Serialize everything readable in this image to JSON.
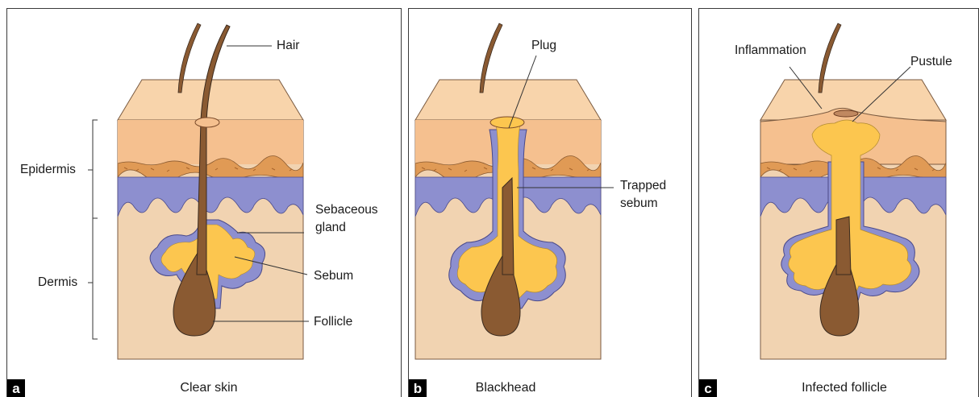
{
  "panels": [
    {
      "tag": "a",
      "caption": "Clear skin",
      "labels": {
        "hair": "Hair",
        "epidermis": "Epidermis",
        "dermis": "Dermis",
        "sebaceous_gland_line1": "Sebaceous",
        "sebaceous_gland_line2": "gland",
        "sebum": "Sebum",
        "follicle": "Follicle"
      }
    },
    {
      "tag": "b",
      "caption": "Blackhead",
      "labels": {
        "plug": "Plug",
        "trapped_sebum_line1": "Trapped",
        "trapped_sebum_line2": "sebum"
      }
    },
    {
      "tag": "c",
      "caption": "Infected follicle",
      "labels": {
        "inflammation": "Inflammation",
        "pustule": "Pustule"
      }
    }
  ],
  "colors": {
    "stratum_top": "#f8d4ab",
    "epidermis": "#f5c08f",
    "granular_band": "#e09a55",
    "basal_layer": "#8d8fcf",
    "dermis": "#f1d3b1",
    "sebum": "#fcc64f",
    "hair": "#8a5a32",
    "outline": "#3a2a1e"
  }
}
